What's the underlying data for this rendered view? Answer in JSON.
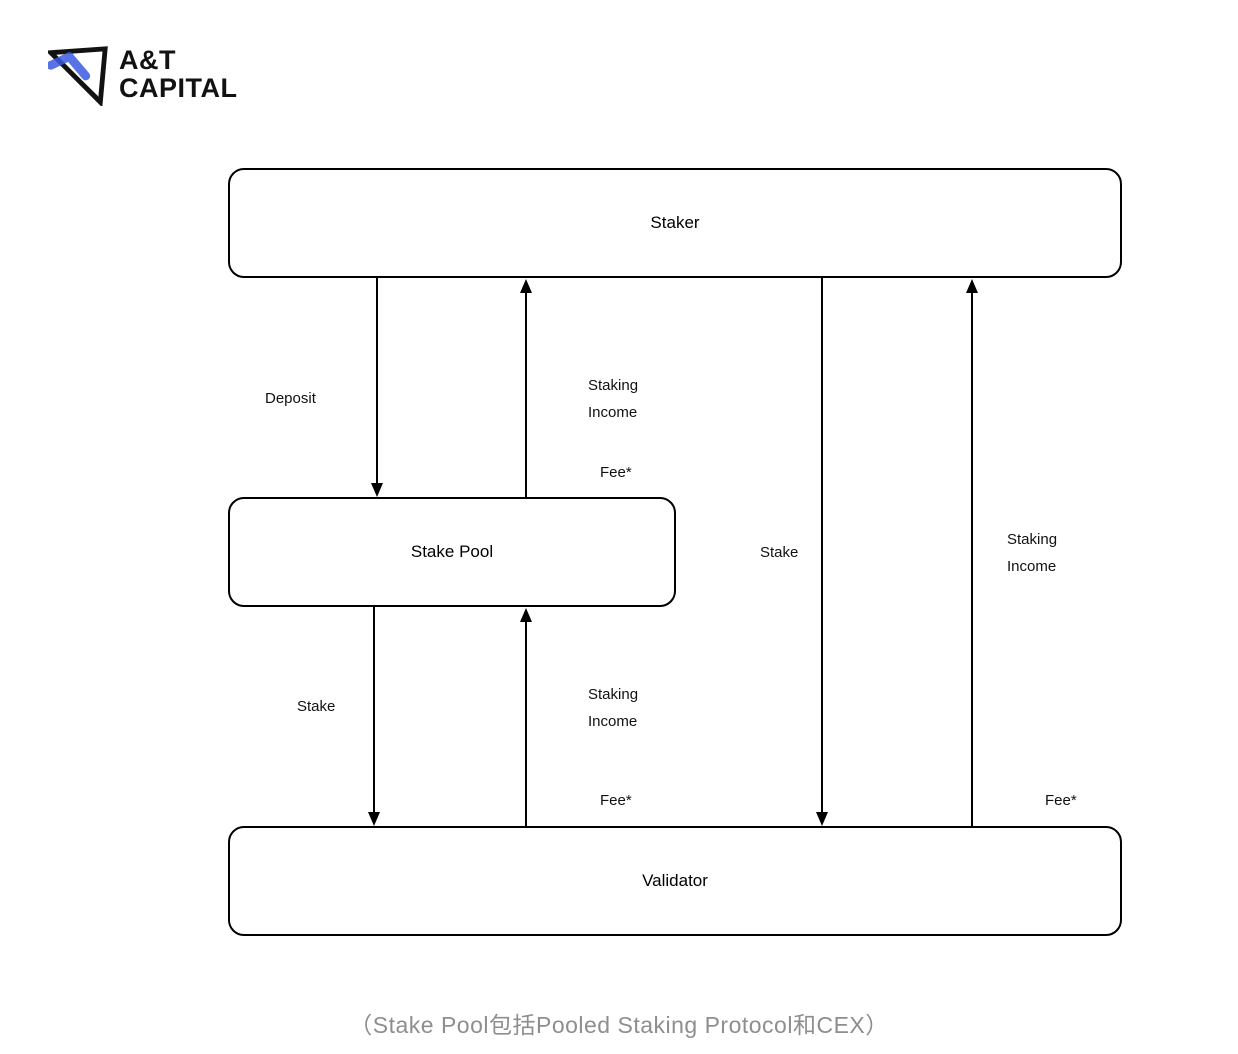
{
  "logo": {
    "line1": "A&T",
    "line2": "CAPITAL",
    "accent_color": "#3b5be0"
  },
  "nodes": {
    "staker": "Staker",
    "stake_pool": "Stake Pool",
    "validator": "Validator"
  },
  "edges": {
    "deposit_label": "Deposit",
    "pool_income": {
      "line1": "Staking",
      "line2": "Income"
    },
    "pool_fee": "Fee*",
    "pool_stake_label": "Stake",
    "validator_income_mid": {
      "line1": "Staking",
      "line2": "Income"
    },
    "validator_fee_mid": "Fee*",
    "direct_stake_label": "Stake",
    "validator_income_right": {
      "line1": "Staking",
      "line2": "Income"
    },
    "validator_fee_right": "Fee*"
  },
  "caption": "（Stake Pool包括Pooled Staking Protocol和CEX）",
  "colors": {
    "line": "#000000",
    "caption": "#8e8e8e",
    "logo_blue": "#3b5be0"
  }
}
